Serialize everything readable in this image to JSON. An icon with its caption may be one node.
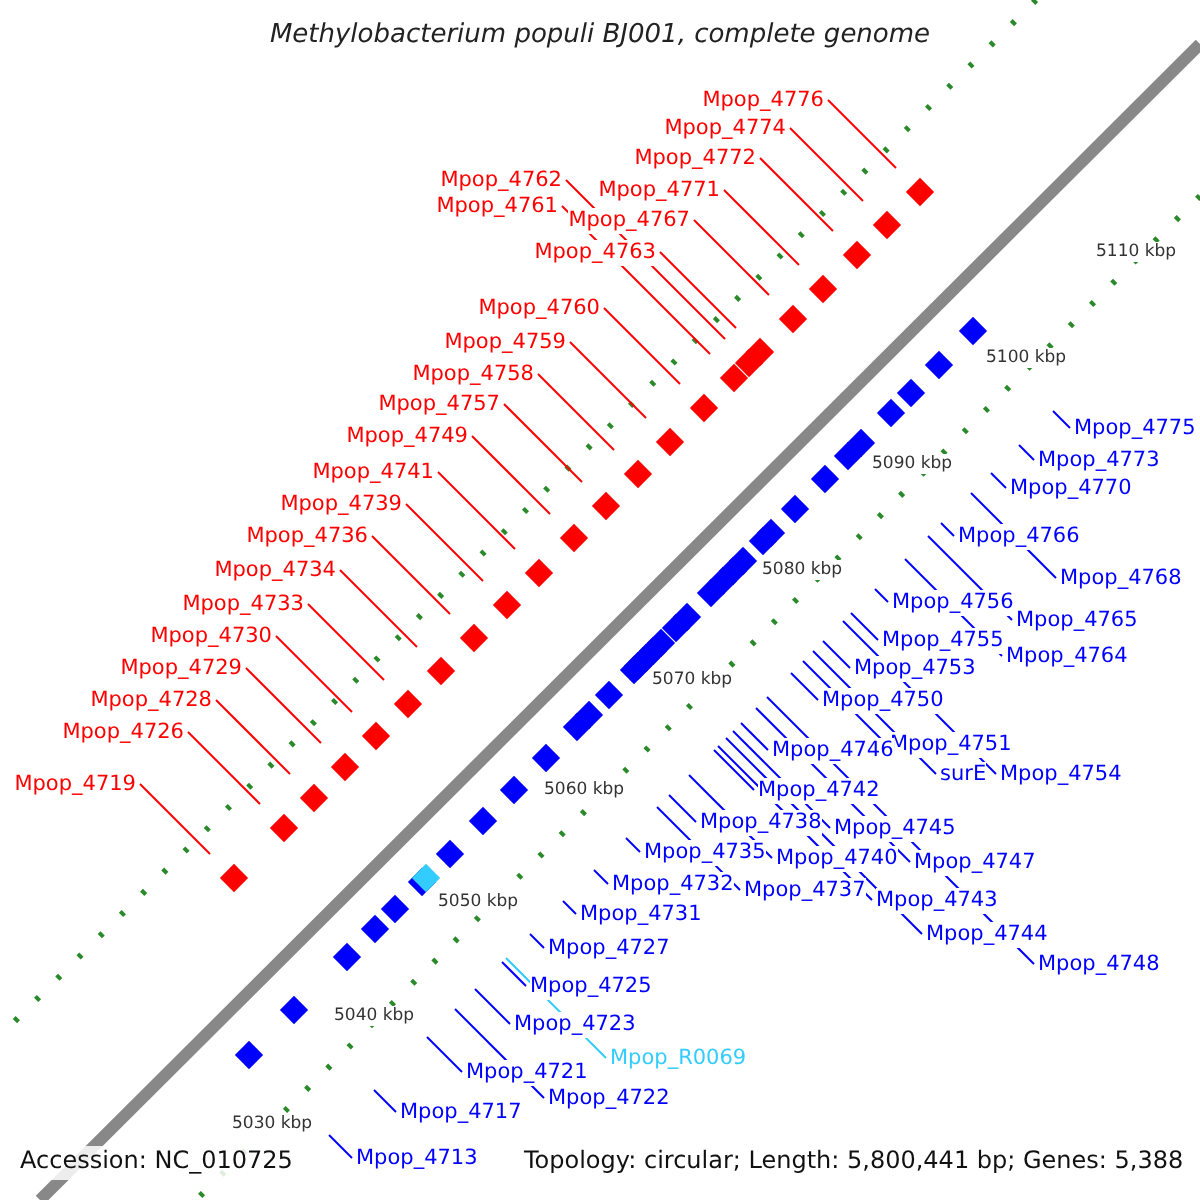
{
  "diagram": {
    "title": "Methylobacterium populi BJ001, complete genome",
    "nodes": [
      {
        "text": [
          "Mpop_4776"
        ]
      },
      {
        "text": [
          "Mpop_4774"
        ]
      },
      {
        "text": [
          "Mpop_4772"
        ]
      },
      {
        "text": [
          "Mpop_4771"
        ]
      },
      {
        "text": [
          "Mpop_4767"
        ]
      },
      {
        "text": [
          "Mpop_4762"
        ]
      },
      {
        "text": [
          "Mpop_4761"
        ]
      },
      {
        "text": [
          "Mpop_4763"
        ]
      },
      {
        "text": [
          "Mpop_4760"
        ]
      },
      {
        "text": [
          "Mpop_4759"
        ]
      },
      {
        "text": [
          "Mpop_4758"
        ]
      },
      {
        "text": [
          "Mpop_4757"
        ]
      },
      {
        "text": [
          "Mpop_4749"
        ]
      },
      {
        "text": [
          "Mpop_4741"
        ]
      },
      {
        "text": [
          "Mpop_4739"
        ]
      },
      {
        "text": [
          "Mpop_4736"
        ]
      },
      {
        "text": [
          "Mpop_4734"
        ]
      },
      {
        "text": [
          "Mpop_4733"
        ]
      },
      {
        "text": [
          "Mpop_4730"
        ]
      },
      {
        "text": [
          "Mpop_4729"
        ]
      },
      {
        "text": [
          "Mpop_4728"
        ]
      },
      {
        "text": [
          "Mpop_4726"
        ]
      },
      {
        "text": [
          "Mpop_4719"
        ]
      },
      {
        "text": [
          "Mpop_4775"
        ]
      },
      {
        "text": [
          "Mpop_4773"
        ]
      },
      {
        "text": [
          "Mpop_4770"
        ]
      },
      {
        "text": [
          "Mpop_4766"
        ]
      },
      {
        "text": [
          "Mpop_4768"
        ]
      },
      {
        "text": [
          "Mpop_4756"
        ]
      },
      {
        "text": [
          "Mpop_4765"
        ]
      },
      {
        "text": [
          "Mpop_4755"
        ]
      },
      {
        "text": [
          "Mpop_4764"
        ]
      },
      {
        "text": [
          "Mpop_4753"
        ]
      },
      {
        "text": [
          "Mpop_4750"
        ]
      },
      {
        "text": [
          "Mpop_4751"
        ]
      },
      {
        "text": [
          "Mpop_4746"
        ]
      },
      {
        "text": [
          "surE"
        ]
      },
      {
        "text": [
          "Mpop_4754"
        ]
      },
      {
        "text": [
          "Mpop_4742"
        ]
      },
      {
        "text": [
          "Mpop_4738"
        ]
      },
      {
        "text": [
          "Mpop_4745"
        ]
      },
      {
        "text": [
          "Mpop_4735"
        ]
      },
      {
        "text": [
          "Mpop_4740"
        ]
      },
      {
        "text": [
          "Mpop_4747"
        ]
      },
      {
        "text": [
          "Mpop_4732"
        ]
      },
      {
        "text": [
          "Mpop_4737"
        ]
      },
      {
        "text": [
          "Mpop_4743"
        ]
      },
      {
        "text": [
          "Mpop_4731"
        ]
      },
      {
        "text": [
          "Mpop_4744"
        ]
      },
      {
        "text": [
          "Mpop_4727"
        ]
      },
      {
        "text": [
          "Mpop_4748"
        ]
      },
      {
        "text": [
          "Mpop_4725"
        ]
      },
      {
        "text": [
          "Mpop_4723"
        ]
      },
      {
        "text": [
          "Mpop_R0069"
        ]
      },
      {
        "text": [
          "Mpop_4721"
        ]
      },
      {
        "text": [
          "Mpop_4722"
        ]
      },
      {
        "text": [
          "Mpop_4717"
        ]
      },
      {
        "text": [
          "Mpop_4713"
        ]
      }
    ],
    "edges": [
      {
        "from": 0,
        "to": null,
        "arrow": "none",
        "color": "#ff0000"
      },
      {
        "from": 1,
        "to": null,
        "arrow": "none",
        "color": "#ff0000"
      },
      {
        "from": 2,
        "to": null,
        "arrow": "none",
        "color": "#ff0000"
      },
      {
        "from": 3,
        "to": null,
        "arrow": "none",
        "color": "#ff0000"
      },
      {
        "from": 4,
        "to": null,
        "arrow": "none",
        "color": "#ff0000"
      },
      {
        "from": 5,
        "to": null,
        "arrow": "none",
        "color": "#ff0000"
      },
      {
        "from": 6,
        "to": null,
        "arrow": "none",
        "color": "#ff0000"
      },
      {
        "from": 7,
        "to": null,
        "arrow": "none",
        "color": "#ff0000"
      },
      {
        "from": 8,
        "to": null,
        "arrow": "none",
        "color": "#ff0000"
      },
      {
        "from": 9,
        "to": null,
        "arrow": "none",
        "color": "#ff0000"
      },
      {
        "from": 10,
        "to": null,
        "arrow": "none",
        "color": "#ff0000"
      },
      {
        "from": 11,
        "to": null,
        "arrow": "none",
        "color": "#ff0000"
      },
      {
        "from": 12,
        "to": null,
        "arrow": "none",
        "color": "#ff0000"
      },
      {
        "from": 13,
        "to": null,
        "arrow": "none",
        "color": "#ff0000"
      },
      {
        "from": 14,
        "to": null,
        "arrow": "none",
        "color": "#ff0000"
      },
      {
        "from": 15,
        "to": null,
        "arrow": "none",
        "color": "#ff0000"
      },
      {
        "from": 16,
        "to": null,
        "arrow": "none",
        "color": "#ff0000"
      },
      {
        "from": 17,
        "to": null,
        "arrow": "none",
        "color": "#ff0000"
      },
      {
        "from": 18,
        "to": null,
        "arrow": "none",
        "color": "#ff0000"
      },
      {
        "from": 19,
        "to": null,
        "arrow": "none",
        "color": "#ff0000"
      },
      {
        "from": 20,
        "to": null,
        "arrow": "none",
        "color": "#ff0000"
      },
      {
        "from": 21,
        "to": null,
        "arrow": "none",
        "color": "#ff0000"
      },
      {
        "from": 22,
        "to": null,
        "arrow": "none",
        "color": "#ff0000"
      },
      {
        "from": 23,
        "to": null,
        "arrow": "none"
      },
      {
        "from": 24,
        "to": null,
        "arrow": "none"
      },
      {
        "from": 25,
        "to": null,
        "arrow": "none"
      },
      {
        "from": 26,
        "to": null,
        "arrow": "none"
      },
      {
        "from": 27,
        "to": null,
        "arrow": "none"
      },
      {
        "from": 28,
        "to": null,
        "arrow": "none"
      },
      {
        "from": 29,
        "to": null,
        "arrow": "none"
      },
      {
        "from": 30,
        "to": null,
        "arrow": "none"
      },
      {
        "from": 31,
        "to": null,
        "arrow": "none"
      },
      {
        "from": 32,
        "to": null,
        "arrow": "none"
      },
      {
        "from": 33,
        "to": null,
        "arrow": "none"
      },
      {
        "from": 34,
        "to": null,
        "arrow": "none"
      },
      {
        "from": 35,
        "to": null,
        "arrow": "none"
      },
      {
        "from": 36,
        "to": null,
        "arrow": "none"
      },
      {
        "from": 37,
        "to": null,
        "arrow": "none"
      },
      {
        "from": 38,
        "to": null,
        "arrow": "none"
      },
      {
        "from": 39,
        "to": null,
        "arrow": "none"
      },
      {
        "from": 40,
        "to": null,
        "arrow": "none"
      },
      {
        "from": 41,
        "to": null,
        "arrow": "none"
      },
      {
        "from": 42,
        "to": null,
        "arrow": "none"
      },
      {
        "from": 43,
        "to": null,
        "arrow": "none"
      },
      {
        "from": 44,
        "to": null,
        "arrow": "none"
      },
      {
        "from": 45,
        "to": null,
        "arrow": "none"
      },
      {
        "from": 46,
        "to": null,
        "arrow": "none"
      },
      {
        "from": 47,
        "to": null,
        "arrow": "none"
      },
      {
        "from": 48,
        "to": null,
        "arrow": "none"
      },
      {
        "from": 49,
        "to": null,
        "arrow": "none"
      },
      {
        "from": 50,
        "to": null,
        "arrow": "none"
      },
      {
        "from": 51,
        "to": null,
        "arrow": "none"
      },
      {
        "from": 52,
        "to": null,
        "arrow": "none"
      },
      {
        "from": 53,
        "to": null,
        "arrow": "none",
        "color": "#33ccff"
      },
      {
        "from": 54,
        "to": null,
        "arrow": "none"
      },
      {
        "from": 55,
        "to": null,
        "arrow": "none"
      },
      {
        "from": 56,
        "to": null,
        "arrow": "none"
      },
      {
        "from": 57,
        "to": null,
        "arrow": "none"
      }
    ],
    "labels": [
      "5110 kbp",
      "5100 kbp",
      "5090 kbp",
      "5080 kbp",
      "5070 kbp",
      "5060 kbp",
      "5050 kbp",
      "5040 kbp",
      "5030 kbp",
      "Accession: NC_010725",
      "Topology: circular; Length: 5,800,441 bp; Genes: 5,388"
    ]
  }
}
